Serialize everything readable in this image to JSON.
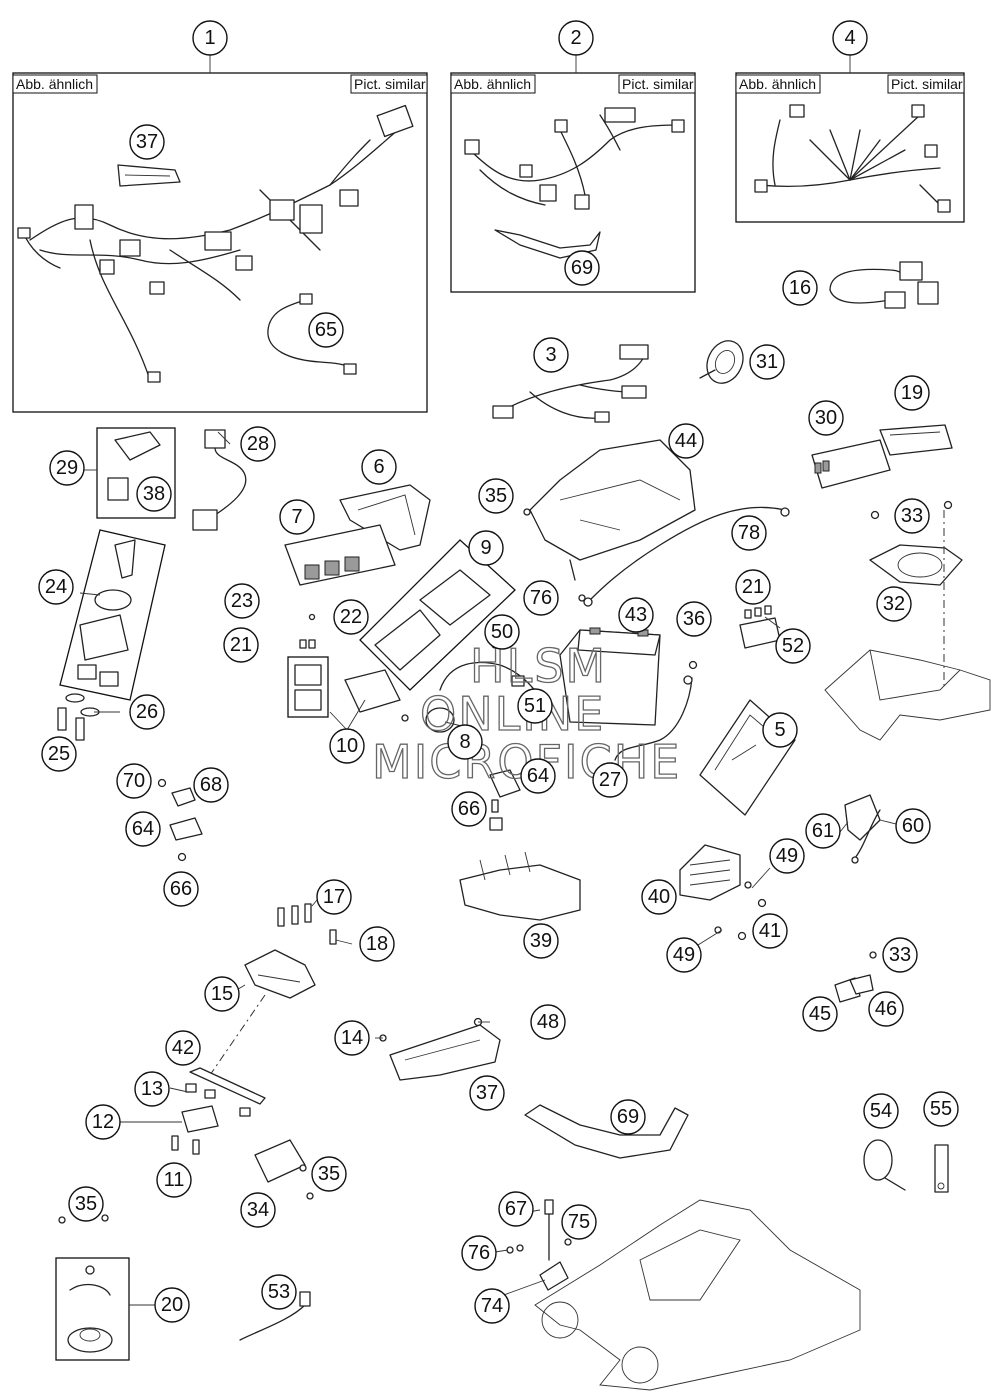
{
  "tags": {
    "abb_aehnlich": "Abb. ähnlich",
    "pict_similar": "Pict. similar"
  },
  "callouts": {
    "c1": "1",
    "c2": "2",
    "c3": "3",
    "c4": "4",
    "c5": "5",
    "c6": "6",
    "c7": "7",
    "c8": "8",
    "c9": "9",
    "c10": "10",
    "c11": "11",
    "c12": "12",
    "c13": "13",
    "c14": "14",
    "c15": "15",
    "c16": "16",
    "c17": "17",
    "c18": "18",
    "c19": "19",
    "c20": "20",
    "c21": "21",
    "c22": "22",
    "c23": "23",
    "c24": "24",
    "c25": "25",
    "c26": "26",
    "c27": "27",
    "c28": "28",
    "c29": "29",
    "c30": "30",
    "c31": "31",
    "c32": "32",
    "c33": "33",
    "c34": "34",
    "c35": "35",
    "c36": "36",
    "c37": "37",
    "c38": "38",
    "c39": "39",
    "c40": "40",
    "c41": "41",
    "c42": "42",
    "c43": "43",
    "c44": "44",
    "c45": "45",
    "c46": "46",
    "c48": "48",
    "c49": "49",
    "c50": "50",
    "c51": "51",
    "c52": "52",
    "c53": "53",
    "c54": "54",
    "c55": "55",
    "c60": "60",
    "c61": "61",
    "c64": "64",
    "c65": "65",
    "c66": "66",
    "c67": "67",
    "c68": "68",
    "c69": "69",
    "c70": "70",
    "c74": "74",
    "c75": "75",
    "c76": "76",
    "c78": "78"
  },
  "watermark": {
    "line1": "HLSM",
    "line2": "ONLINE",
    "line3": "MICROFICHE"
  }
}
